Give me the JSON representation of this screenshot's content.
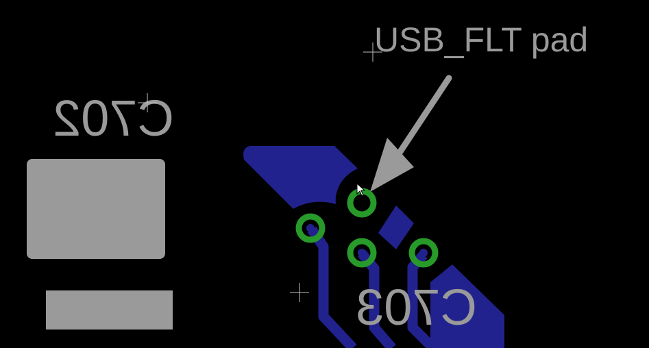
{
  "board": {
    "background": "#000000",
    "copper_color": "#22228f",
    "silkscreen_color": "#9a9a9a",
    "via_ring_color": "#279a2a",
    "via_hole_color": "#000000"
  },
  "labels": {
    "annotation": "USB_FLT pad",
    "ref_c702": "C702",
    "ref_c703": "C703"
  },
  "icons": {
    "cursor": "arrow-cursor-icon",
    "origin_markers": "crosshair-icon"
  }
}
